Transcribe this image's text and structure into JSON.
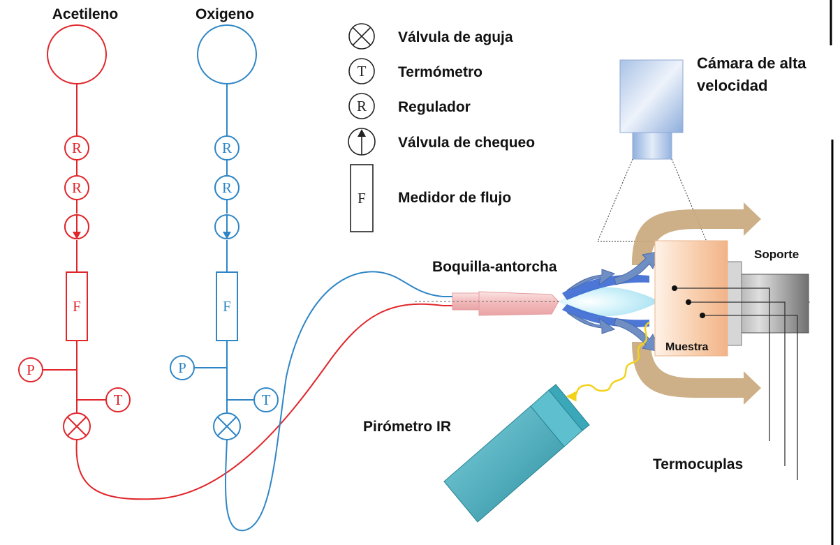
{
  "colors": {
    "acetylene": "#e0262b",
    "oxygen": "#2f86c6",
    "flame": "#6f8fc4",
    "flow_arrow": "#c8a77a",
    "pyrometer": "#3fa7b6",
    "sample": "#f7cba9",
    "heat_wave": "#f2d21b"
  },
  "labels": {
    "acetylene": "Acetileno",
    "oxygen": "Oxigeno",
    "camera": [
      "Cámara de alta",
      "velocidad"
    ],
    "nozzle": "Boquilla-antorcha",
    "support": "Soporte",
    "sample": "Muestra",
    "pyrometer": "Pirómetro IR",
    "thermocouples": "Termocuplas"
  },
  "legend": [
    {
      "icon": "needle-valve-icon",
      "symbol": "",
      "label": "Válvula de aguja"
    },
    {
      "icon": "thermometer-icon",
      "symbol": "T",
      "label": "Termómetro"
    },
    {
      "icon": "regulator-icon",
      "symbol": "R",
      "label": "Regulador"
    },
    {
      "icon": "check-valve-icon",
      "symbol": "",
      "label": "Válvula de chequeo"
    },
    {
      "icon": "flow-meter-icon",
      "symbol": "F",
      "label": "Medidor de flujo"
    }
  ],
  "symbols": {
    "regulator": "R",
    "flow_meter": "F",
    "pressure": "P",
    "thermometer": "T"
  }
}
